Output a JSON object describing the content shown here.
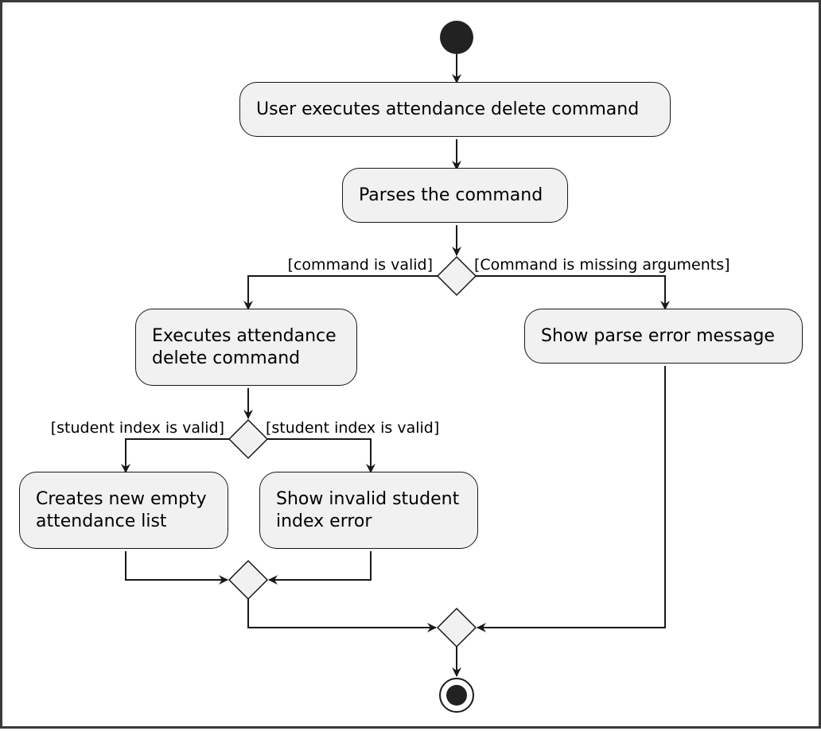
{
  "activities": {
    "user_executes": "User executes attendance delete command",
    "parses_command": "Parses the command",
    "executes_delete": "Executes attendance\ndelete command",
    "show_parse_error": "Show parse error message",
    "creates_list": "Creates new empty\nattendance list",
    "show_invalid_index": "Show invalid student\nindex error"
  },
  "guards": {
    "command_valid": "[command is valid]",
    "missing_arguments": "[Command is missing arguments]",
    "student_index_valid_left": "[student index is valid]",
    "student_index_valid_right": "[student index is valid]"
  },
  "colors": {
    "box_fill": "#f1f1f1",
    "stroke": "#181818",
    "node_fill": "#222222"
  }
}
